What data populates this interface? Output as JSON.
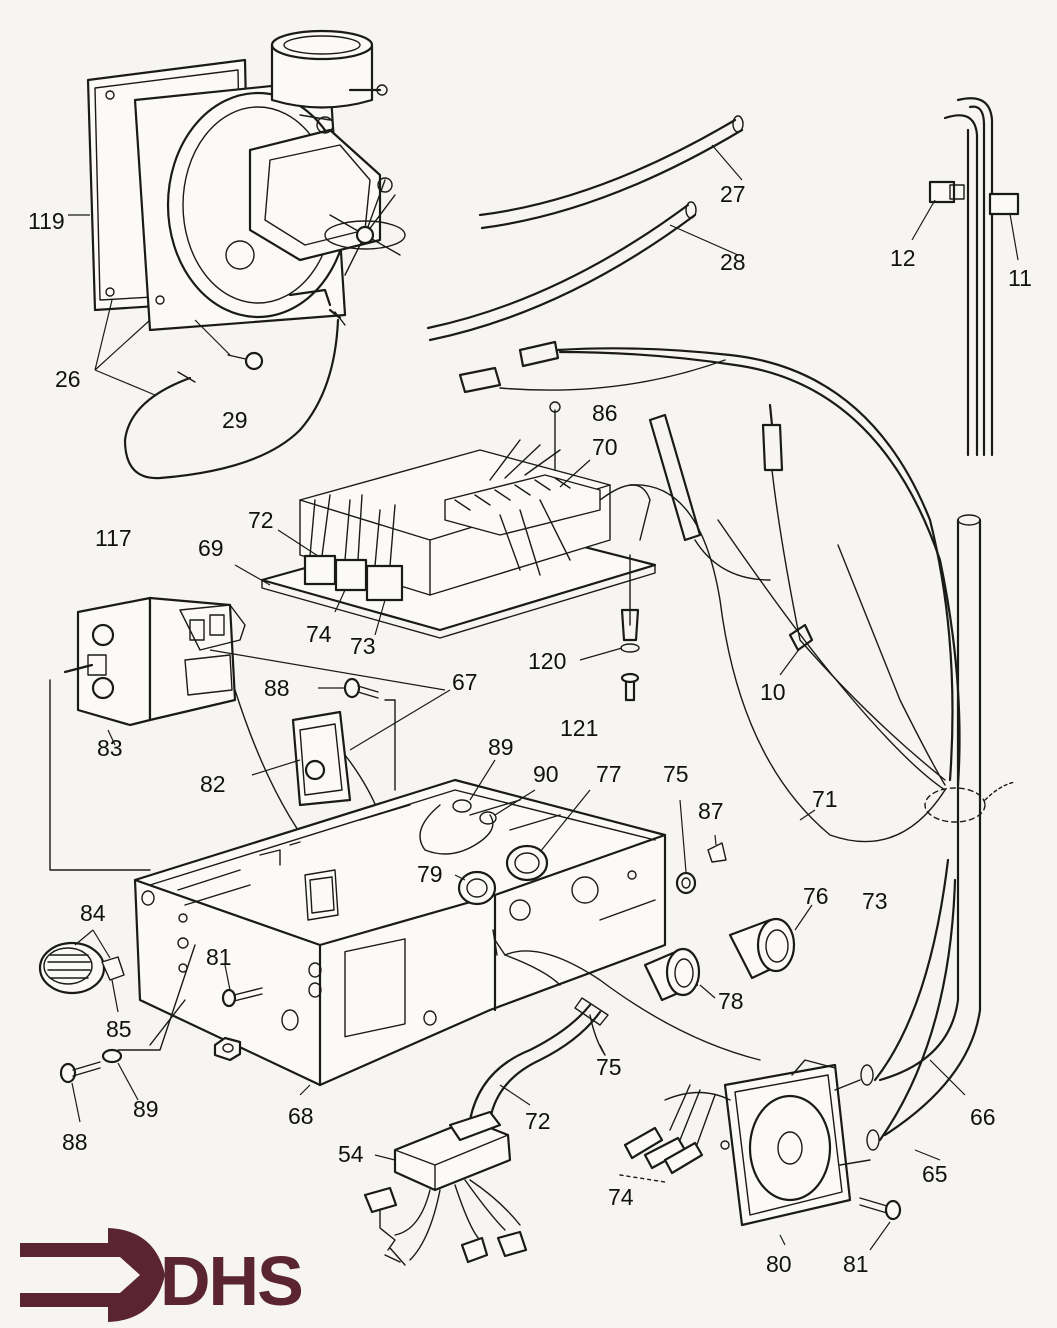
{
  "logo": {
    "text": "DHS",
    "color": "#5a2430"
  },
  "callouts": {
    "c119": "119",
    "c26": "26",
    "c29": "29",
    "c117": "117",
    "c27": "27",
    "c28": "28",
    "c12": "12",
    "c11": "11",
    "c86": "86",
    "c70": "70",
    "c72a": "72",
    "c69": "69",
    "c74a": "74",
    "c73a": "73",
    "c67": "67",
    "c88a": "88",
    "c83": "83",
    "c82": "82",
    "c120": "120",
    "c121": "121",
    "c10": "10",
    "c89a": "89",
    "c90": "90",
    "c77": "77",
    "c75a": "75",
    "c87": "87",
    "c71": "71",
    "c79": "79",
    "c76": "76",
    "c73b": "73",
    "c84": "84",
    "c85": "85",
    "c81a": "81",
    "c78": "78",
    "c75b": "75",
    "c66": "66",
    "c88b": "88",
    "c89b": "89",
    "c68": "68",
    "c72b": "72",
    "c54": "54",
    "c74b": "74",
    "c65": "65",
    "c80": "80",
    "c81b": "81"
  }
}
